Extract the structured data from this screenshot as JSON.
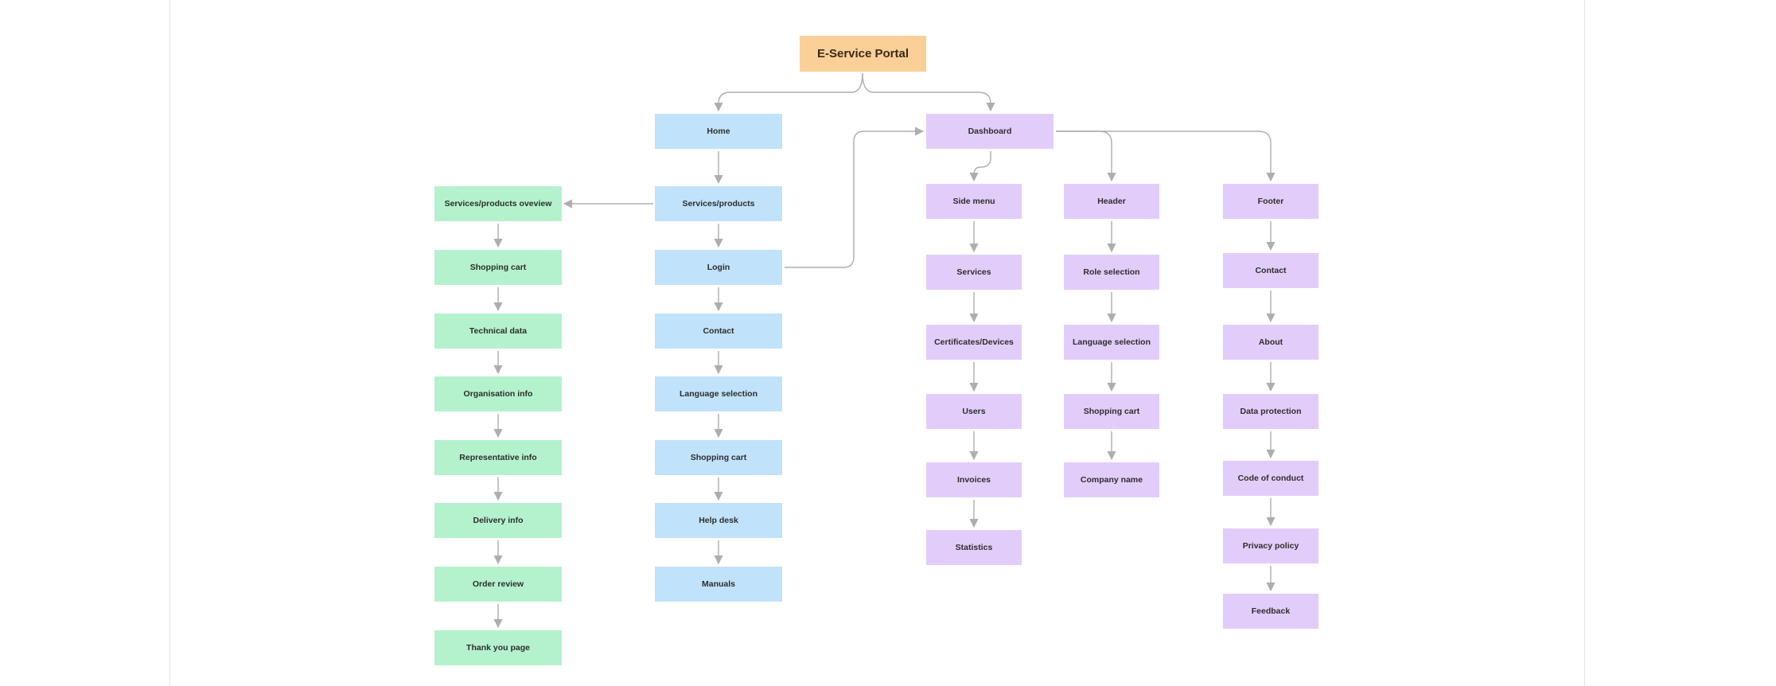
{
  "diagram": {
    "title": "E-Service Portal",
    "colors": {
      "root": "#FBCF98",
      "blue": "#C0E2FA",
      "green": "#B3F2CD",
      "purple": "#E2CDFA",
      "connector": "#AEAEAE"
    },
    "nodes": {
      "root": "E-Service Portal",
      "home": "Home",
      "services_products": "Services/products",
      "login": "Login",
      "contact_blue": "Contact",
      "language_selection_blue": "Language selection",
      "shopping_cart_blue": "Shopping cart",
      "help_desk": "Help desk",
      "manuals": "Manuals",
      "services_products_overview": "Services/products oveview",
      "shopping_cart_green": "Shopping cart",
      "technical_data": "Technical data",
      "organisation_info": "Organisation info",
      "representative_info": "Representative info",
      "delivery_info": "Delivery info",
      "order_review": "Order review",
      "thank_you_page": "Thank you page",
      "dashboard": "Dashboard",
      "side_menu": "Side menu",
      "services": "Services",
      "certificates_devices": "Certificates/Devices",
      "users": "Users",
      "invoices": "Invoices",
      "statistics": "Statistics",
      "header": "Header",
      "role_selection": "Role selection",
      "language_selection_purple": "Language selection",
      "shopping_cart_purple": "Shopping cart",
      "company_name": "Company name",
      "footer": "Footer",
      "contact_purple": "Contact",
      "about": "About",
      "data_protection": "Data protection",
      "code_of_conduct": "Code of conduct",
      "privacy_policy": "Privacy policy",
      "feedback": "Feedback"
    }
  }
}
